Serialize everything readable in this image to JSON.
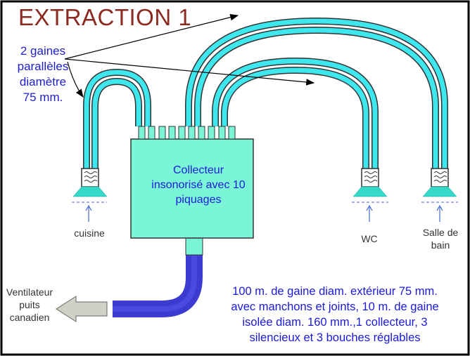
{
  "title": "EXTRACTION 1",
  "pipe_note": "2 gaines\nparallèles\ndiamètre\n75 mm.",
  "collector_label": "Collecteur\ninsonorisé avec 10\npiquages",
  "rooms": {
    "kitchen": "cuisine",
    "wc": "WC",
    "bathroom": "Salle de\nbain"
  },
  "fan_label": "Ventilateur\npuits\ncanadien",
  "materials_note": "100 m. de gaine diam. extérieur 75 mm.\navec manchons et joints, 10 m. de gaine\nisolée diam. 160 mm.,1 collecteur, 3\nsilencieux et 3 bouches réglables",
  "colors": {
    "title": "#8b2a20",
    "text_blue": "#2020c8",
    "duct": "#3ee6ee",
    "collector": "#7af5d6",
    "insulated_duct": "#3b3bd0",
    "vent": "#36d8c8",
    "frame": "#000000"
  }
}
